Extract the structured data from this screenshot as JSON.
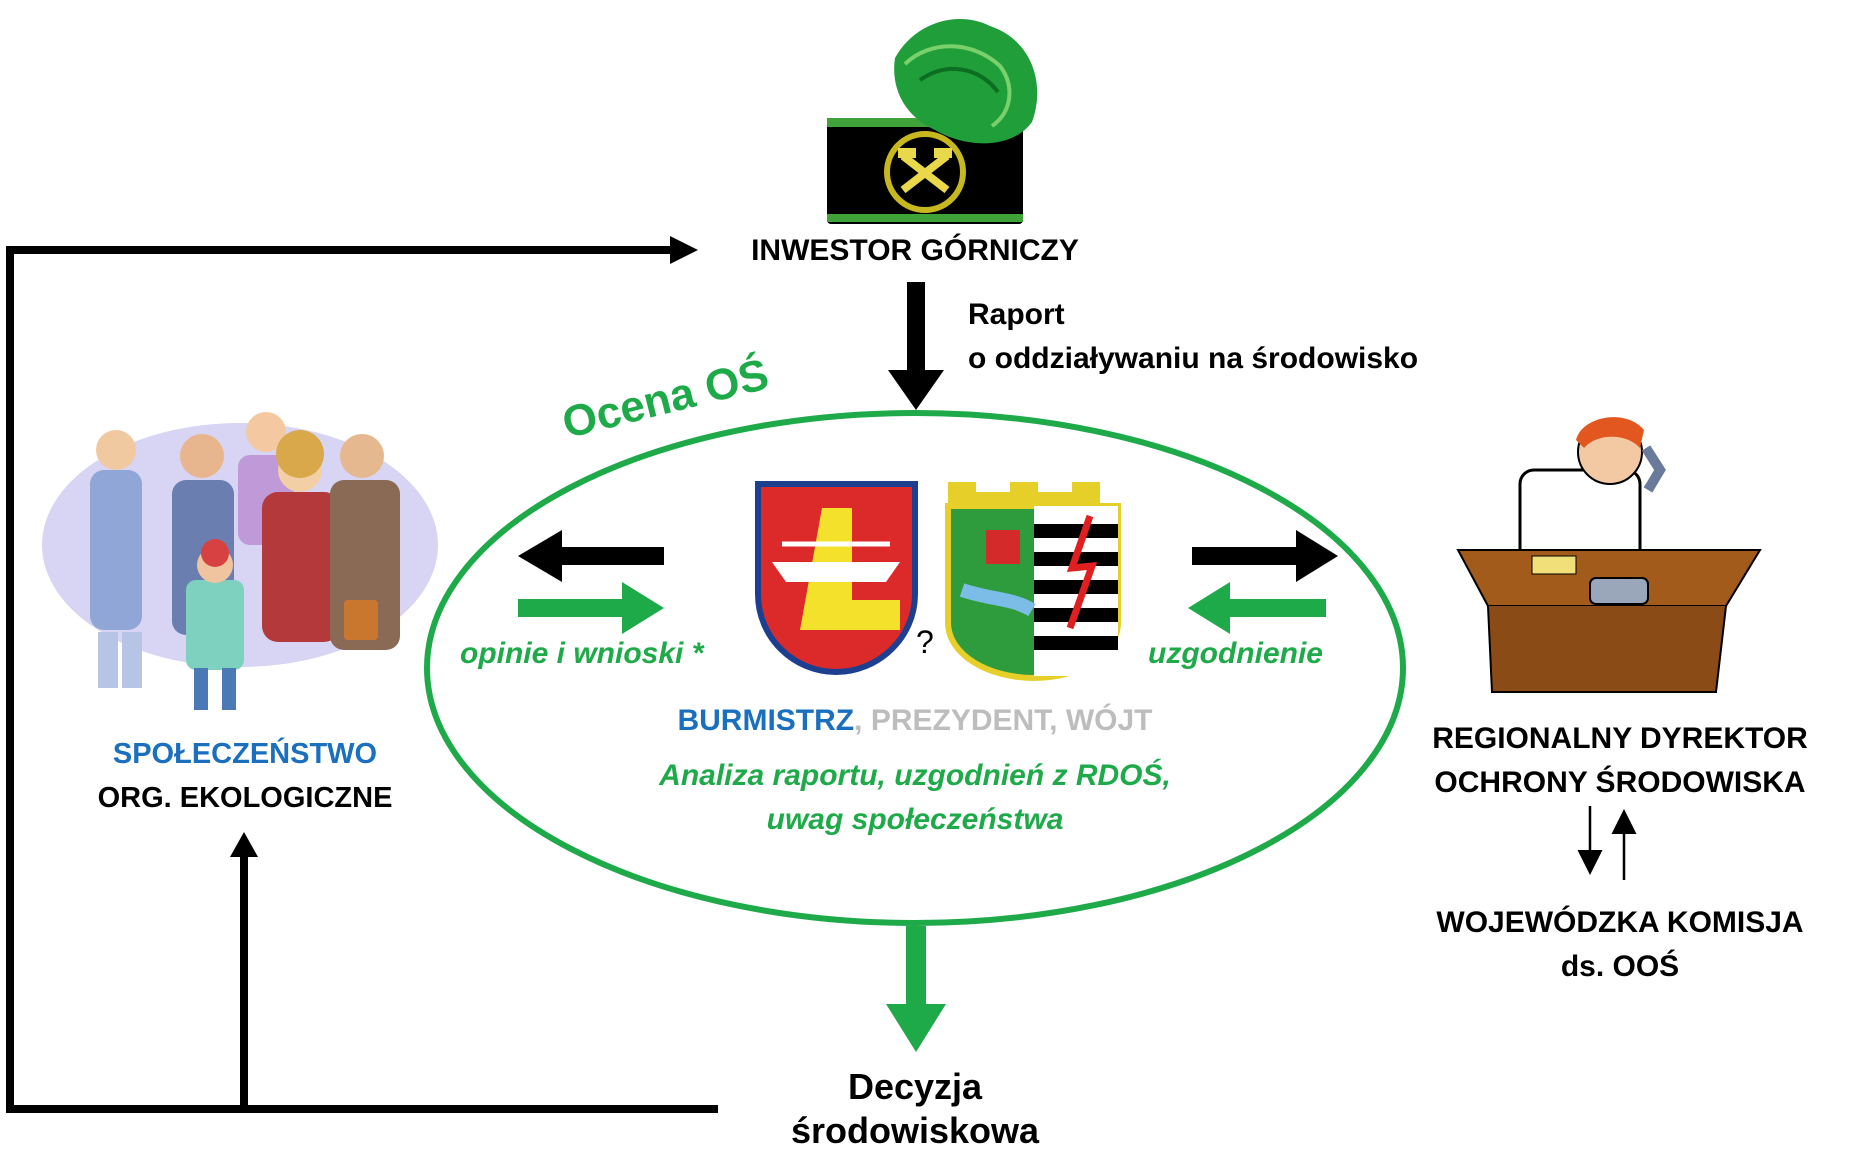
{
  "colors": {
    "green": "#1faa4a",
    "blue": "#1a6fbf",
    "grey": "#bdbdbd",
    "black": "#000000"
  },
  "investor": {
    "icon": "miner-hat-icon",
    "label": "INWESTOR  GÓRNICZY"
  },
  "report": {
    "line1": "Raport",
    "line2": "o oddziaływaniu na środowisko"
  },
  "assessment": {
    "title": "Ocena OŚ",
    "question_mark": "?",
    "authority": {
      "burmistrz": "BURMISTRZ",
      "comma": ",",
      "rest": "PREZYDENT,  WÓJT"
    },
    "analysis_line1": "Analiza raportu, uzgodnień z RDOŚ,",
    "analysis_line2": "uwag społeczeństwa",
    "emblems": [
      "coat-of-arms-icon",
      "town-coat-of-arms-icon"
    ]
  },
  "society": {
    "icon": "crowd-icon",
    "line1": "SPOŁECZEŃSTWO",
    "line2": "ORG. EKOLOGICZNE",
    "flow_label": "opinie i wnioski *"
  },
  "rdos": {
    "icon": "official-on-phone-icon",
    "line1": "REGIONALNY DYREKTOR",
    "line2": "OCHRONY ŚRODOWISKA",
    "flow_label": "uzgodnienie"
  },
  "commission": {
    "line1": "WOJEWÓDZKA KOMISJA",
    "line2": "ds. OOŚ"
  },
  "decision": {
    "line1": "Decyzja",
    "line2": "środowiskowa"
  }
}
